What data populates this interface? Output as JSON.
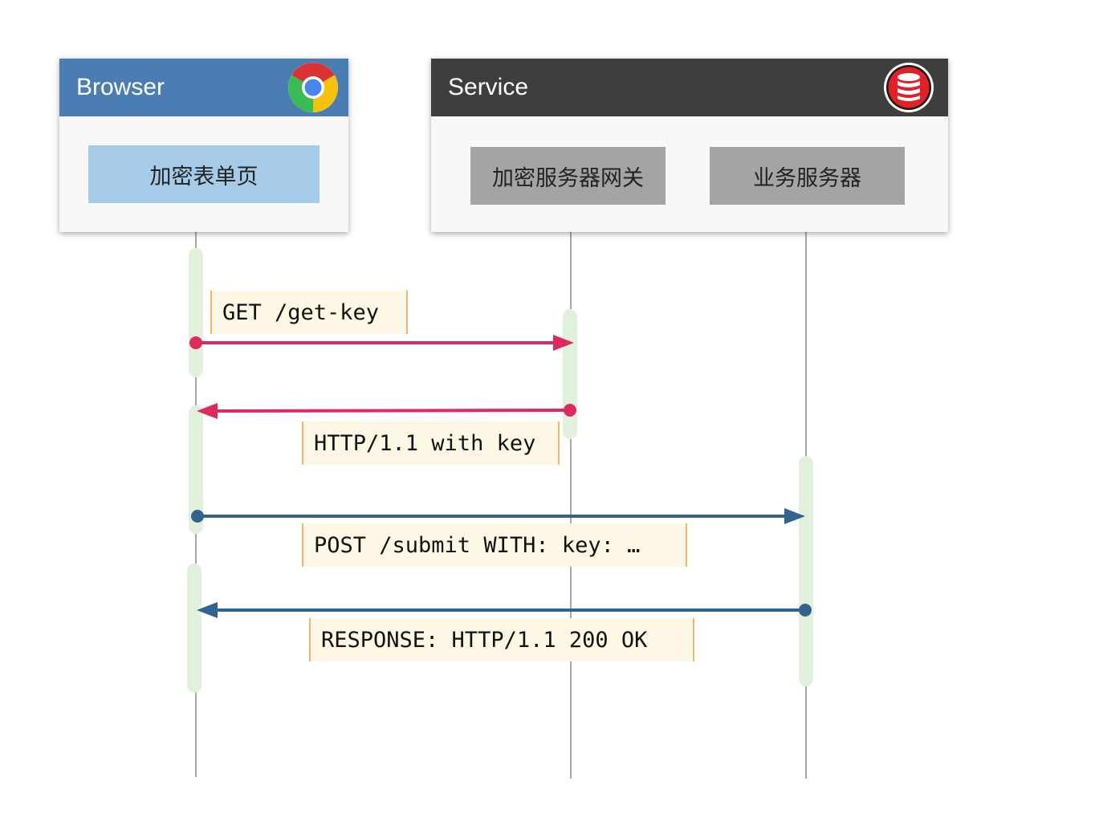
{
  "groups": {
    "browser": {
      "title": "Browser",
      "icon": "chrome-icon",
      "color": "#4a7db2"
    },
    "service": {
      "title": "Service",
      "icon": "database-icon",
      "color": "#3e3e3c"
    }
  },
  "participants": [
    {
      "id": "browser-page",
      "label": "加密表单页",
      "color": "#a6cbe9"
    },
    {
      "id": "gateway",
      "label": "加密服务器网关",
      "color": "#a4a4a2"
    },
    {
      "id": "business",
      "label": "业务服务器",
      "color": "#a4a4a2"
    }
  ],
  "messages": [
    {
      "from": "browser-page",
      "to": "gateway",
      "label": "GET /get-key",
      "color": "#dd2a5f"
    },
    {
      "from": "gateway",
      "to": "browser-page",
      "label": "HTTP/1.1 with key",
      "color": "#dd2a5f"
    },
    {
      "from": "browser-page",
      "to": "business",
      "label": "POST /submit WITH: key: …",
      "color": "#33648f"
    },
    {
      "from": "business",
      "to": "browser-page",
      "label": "RESPONSE: HTTP/1.1 200 OK",
      "color": "#33648f"
    }
  ],
  "colors": {
    "activation": "#e2f1dc",
    "lifeline": "#a8a8a8",
    "note_bg": "#fdf8e6",
    "note_border": "#f2b56b"
  }
}
